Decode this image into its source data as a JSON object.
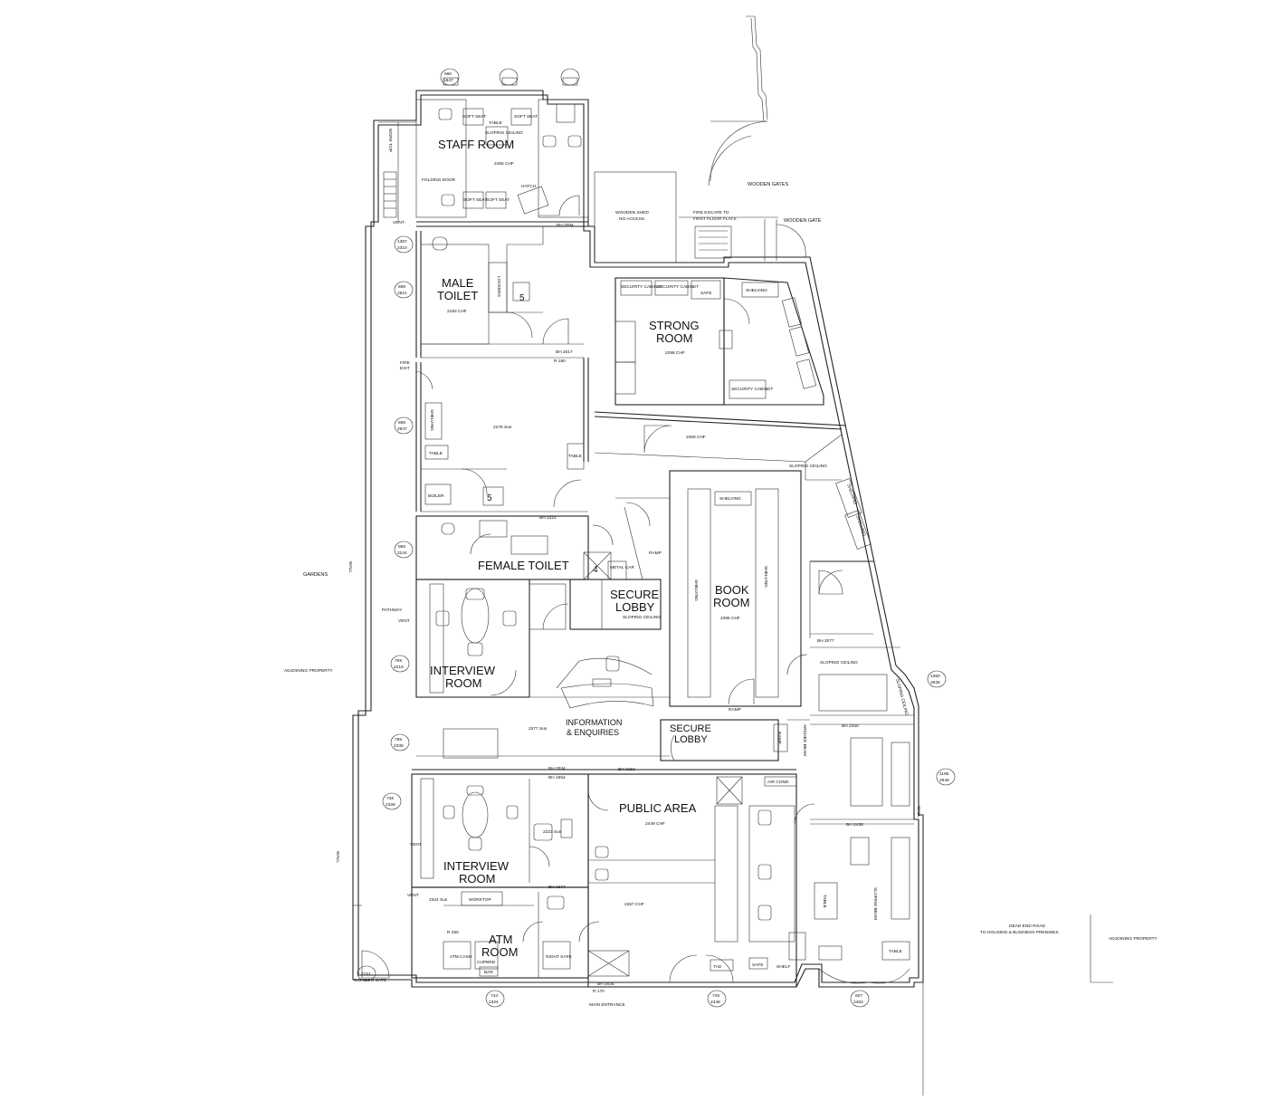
{
  "rooms": {
    "staff_room": "STAFF ROOM",
    "male_toilet_1": "MALE",
    "male_toilet_2": "TOILET",
    "strong_room_1": "STRONG",
    "strong_room_2": "ROOM",
    "female_toilet": "FEMALE TOILET",
    "secure_lobby_upper_1": "SECURE",
    "secure_lobby_upper_2": "LOBBY",
    "book_room_1": "BOOK",
    "book_room_2": "ROOM",
    "interview_room_upper_1": "INTERVIEW",
    "interview_room_upper_2": "ROOM",
    "information_1": "INFORMATION",
    "information_2": "& ENQUIRIES",
    "secure_lobby_lower_1": "SECURE",
    "secure_lobby_lower_2": "LOBBY",
    "public_area": "PUBLIC AREA",
    "interview_room_lower_1": "INTERVIEW",
    "interview_room_lower_2": "ROOM",
    "atm_room_1": "ATM",
    "atm_room_2": "ROOM"
  },
  "labels": {
    "wooden_gates": "WOODEN GATES",
    "wooden_gate_ne": "WOODEN GATE",
    "wooden_shed_1": "WOODEN SHED",
    "wooden_shed_2": "NO ACCESS",
    "fire_escape_1": "FIRE ESCAPE TO",
    "fire_escape_2": "FIRST FLOOR FLATS",
    "gardens": "GARDENS",
    "adjoining_left": "ADJOINING PROPERTY",
    "adjoining_right": "ADJOINING PROPERTY",
    "dead_end_1": "DEAD END ROAD",
    "dead_end_2": "TO HOUSING & BUSINESS PREMISES",
    "main_entrance": "MAIN ENTRANCE",
    "wooden_gate_sw": "WOODEN GATE",
    "pathway": "PATHWAY",
    "wall_upper": "WALL",
    "wall_lower": "WALL",
    "wall_right": "WALL",
    "vent_top": "VENT",
    "vent_path": "VENT",
    "vent_interview": "VENT",
    "vent_atm": "VENT",
    "fire_exit_1": "FIRE",
    "fire_exit_2": "EXIT",
    "soft_seat_1": "SOFT SEAT",
    "soft_seat_2": "SOFT SEAT",
    "soft_seat_3": "SOFT SEAT",
    "soft_seat_4": "SOFT SEAT",
    "sloping_ceiling_staff": "SLOPING CEILING",
    "table_staff": "TABLE",
    "hatch": "HATCH",
    "folding_door": "FOLDING DOOR",
    "work_top": "WORK TOP",
    "lockers": "LOCKERS",
    "security_cabinet_1": "SECURITY CABINET",
    "security_cabinet_2": "SECURITY CABINET",
    "security_cabinet_3": "SECURITY CABINET",
    "safe_strong": "SAFE",
    "shelving_strong": "SHELVING",
    "shelving_store": "SHELVING",
    "table_store_1": "TABLE",
    "table_store_2": "TABLE",
    "boiler": "BOILER",
    "sloping_ceiling_ne": "SLOPING CEILING",
    "shelving_ne_1": "SHELVING",
    "shelving_ne_2": "SHELVING",
    "shelving_book_top": "SHELVING",
    "shelving_book_l": "SHELVING",
    "shelving_book_r": "SHELVING",
    "ramp_1": "RAMP",
    "ramp_2": "RAMP",
    "ramp_3": "RAMP",
    "metal_car": "METAL CAR",
    "sloping_ceiling_lobby": "SLOPING CEILING",
    "sloping_ceiling_east": "SLOPING CEILING",
    "arched_beam": "ARCHED BEAM",
    "air_cond": "AIR COND",
    "worktop_atm": "WORKTOP",
    "atm_cash": "ATM CASH",
    "cupbd": "CUPBRD",
    "bar": "BAR",
    "night_safe": "NIGHT SAFE",
    "safe_public": "SAFE",
    "shelf": "SHELF",
    "tad": "TAD",
    "table_east_1": "TABLE",
    "table_east_2": "TABLE",
    "sloping_ceiling_ea": "SLOPING CEILING",
    "sloping_beam": "SLOPING BEAM",
    "num_5a": "5",
    "num_5b": "5",
    "num_4": "4"
  },
  "dims": {
    "bh_2094": "BH 2094",
    "bh_2017": "BH 2017",
    "bh_1221": "BH 1221",
    "bh_2034": "BH 2034",
    "bh_2152": "BH 2152",
    "bh_1954": "BH 1954",
    "bh_1974": "BH 1974",
    "bh_2250": "BH 2250",
    "bh_2077": "BH 2077",
    "bh_2438": "BH 2438",
    "bh_2035": "BH 2035",
    "r_180": "R 180",
    "r_170": "R 170",
    "r_250": "R 250",
    "ch_staff": "2455 CHF",
    "ch_male": "2193 CHF",
    "ch_strong": "2298 CHF",
    "ch_store": "2278 Sus",
    "ch_lobby": "2369 CHF",
    "ch_book": "2396 CHF",
    "ch_info": "2377 Sus",
    "ch_public": "2449 CHF",
    "ch_public2": "2457 CHF",
    "ch_interview": "2223 Sus",
    "ch_atm": "2324 Sus",
    "win_1": "990",
    "win_2": "1847",
    "sill_1": "1357",
    "sill_2": "2310",
    "sill_3": "699",
    "sill_4": "2821",
    "sill_5": "868",
    "sill_6": "2847",
    "sill_7": "965",
    "sill_8": "2244",
    "sill_9": "769",
    "sill_10": "2219",
    "sill_11": "785",
    "sill_12": "2339",
    "sill_13": "736",
    "sill_14": "2328",
    "sill_15": "2151",
    "sill_16": "744",
    "sill_17": "2324",
    "sill_18": "749",
    "sill_19": "2348",
    "sill_20": "607",
    "sill_21": "2453",
    "sill_22": "1360",
    "sill_23": "2836",
    "sill_24": "1195",
    "sill_25": "2949"
  }
}
